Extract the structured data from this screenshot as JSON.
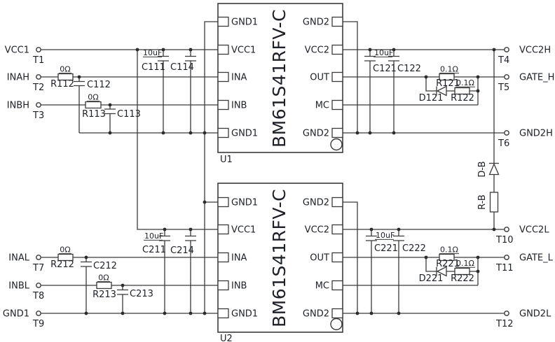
{
  "u1": {
    "ref": "U1",
    "part": "BM61S41RFV-C",
    "pin_gnd1_top": "GND1",
    "pin_vcc1": "VCC1",
    "pin_ina": "INA",
    "pin_inb": "INB",
    "pin_gnd1_bot": "GND1",
    "pin_gnd2_top": "GND2",
    "pin_vcc2": "VCC2",
    "pin_out": "OUT",
    "pin_mc": "MC",
    "pin_gnd2_bot": "GND2"
  },
  "u2": {
    "ref": "U2",
    "part": "BM61S41RFV-C",
    "pin_gnd1_top": "GND1",
    "pin_vcc1": "VCC1",
    "pin_ina": "INA",
    "pin_inb": "INB",
    "pin_gnd1_bot": "GND1",
    "pin_gnd2_top": "GND2",
    "pin_vcc2": "VCC2",
    "pin_out": "OUT",
    "pin_mc": "MC",
    "pin_gnd2_bot": "GND2"
  },
  "terminals": {
    "t1": {
      "label": "VCC1",
      "ref": "T1"
    },
    "t2": {
      "label": "INAH",
      "ref": "T2"
    },
    "t3": {
      "label": "INBH",
      "ref": "T3"
    },
    "t4": {
      "label": "VCC2H",
      "ref": "T4"
    },
    "t5": {
      "label": "GATE_H",
      "ref": "T5"
    },
    "t6": {
      "label": "GND2H",
      "ref": "T6"
    },
    "t7": {
      "label": "INAL",
      "ref": "T7"
    },
    "t8": {
      "label": "INBL",
      "ref": "T8"
    },
    "t9": {
      "label": "GND1",
      "ref": "T9"
    },
    "t10": {
      "label": "VCC2L",
      "ref": "T10"
    },
    "t11": {
      "label": "GATE_L",
      "ref": "T11"
    },
    "t12": {
      "label": "GND2L",
      "ref": "T12"
    }
  },
  "resistors": {
    "r112": {
      "ref": "R112",
      "value": "0Ω"
    },
    "r113": {
      "ref": "R113",
      "value": "0Ω"
    },
    "r121": {
      "ref": "R121",
      "value": "0.1Ω"
    },
    "r122": {
      "ref": "R122",
      "value": "0.1Ω"
    },
    "r212": {
      "ref": "R212",
      "value": "0Ω"
    },
    "r213": {
      "ref": "R213",
      "value": "0Ω"
    },
    "r221": {
      "ref": "R221",
      "value": "0.1Ω"
    },
    "r222": {
      "ref": "R222",
      "value": "0.1Ω"
    },
    "rb": {
      "ref": "R-B"
    }
  },
  "capacitors": {
    "c111": {
      "ref": "C111",
      "value": "10uF"
    },
    "c112": {
      "ref": "C112"
    },
    "c113": {
      "ref": "C113"
    },
    "c114": {
      "ref": "C114"
    },
    "c121": {
      "ref": "C121",
      "value": "10uF"
    },
    "c122": {
      "ref": "C122"
    },
    "c211": {
      "ref": "C211",
      "value": "10uF"
    },
    "c212": {
      "ref": "C212"
    },
    "c213": {
      "ref": "C213"
    },
    "c214": {
      "ref": "C214"
    },
    "c221": {
      "ref": "C221",
      "value": "10uF"
    },
    "c222": {
      "ref": "C222"
    }
  },
  "diodes": {
    "d121": {
      "ref": "D121"
    },
    "d221": {
      "ref": "D221"
    },
    "db": {
      "ref": "D-B"
    }
  },
  "colors": {
    "background": "#ffffff",
    "wire": "#3a3a3a",
    "text": "#1c2028"
  }
}
